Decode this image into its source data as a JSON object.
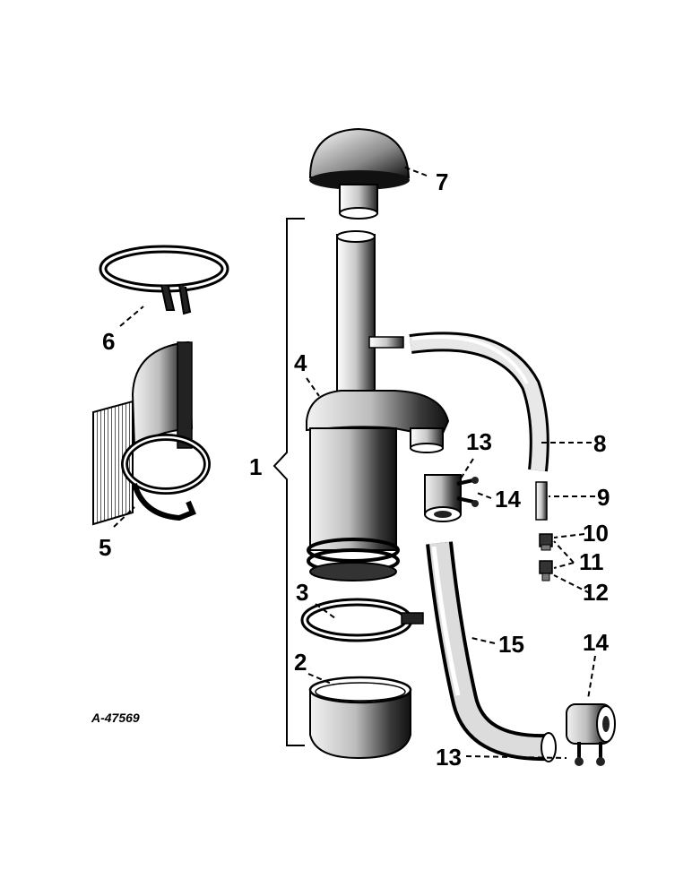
{
  "figure_code": "A-47569",
  "callouts": {
    "c1": "1",
    "c2": "2",
    "c3": "3",
    "c4": "4",
    "c5": "5",
    "c6": "6",
    "c7": "7",
    "c8": "8",
    "c9": "9",
    "c10": "10",
    "c11": "11",
    "c12": "12",
    "c13a": "13",
    "c13b": "13",
    "c14a": "14",
    "c14b": "14",
    "c15": "15"
  }
}
